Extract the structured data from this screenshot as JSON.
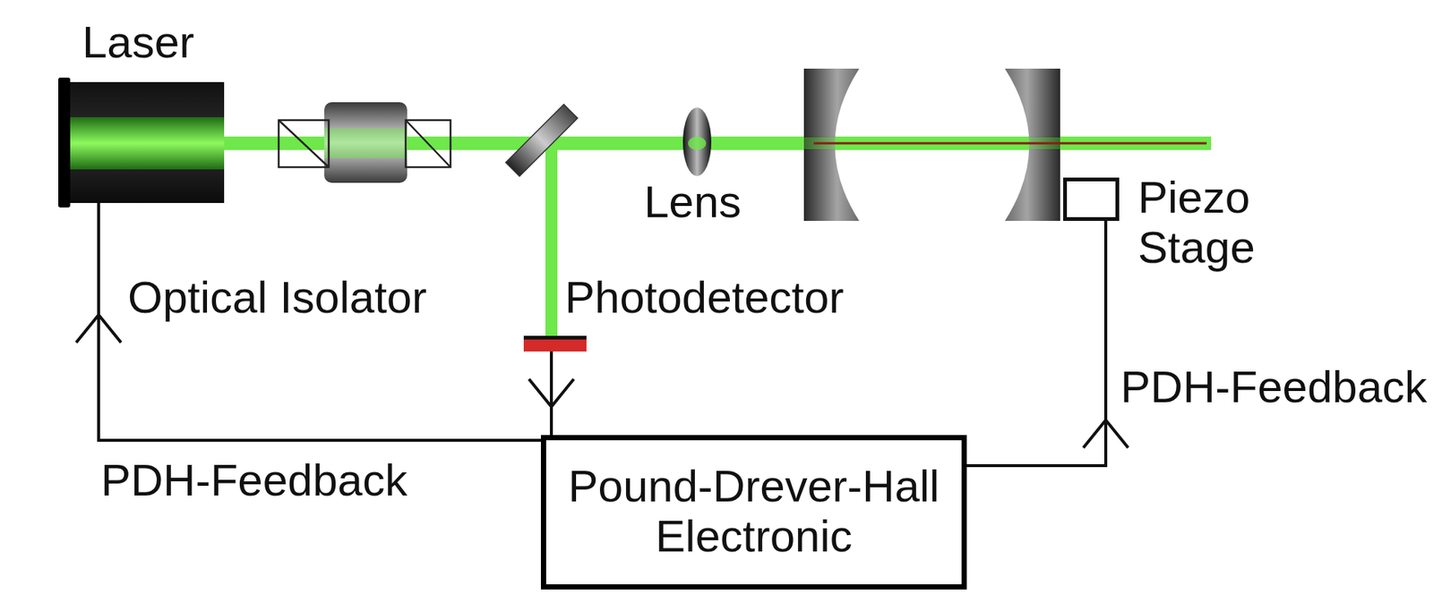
{
  "diagram": {
    "nodes": [
      {
        "text": [
          "Laser"
        ]
      },
      {
        "text": [
          "Piezo Stage"
        ]
      },
      {
        "text": [
          "Photodetector"
        ]
      },
      {
        "text": [
          "Pound-Drever-Hall Electronic"
        ]
      }
    ],
    "edges": [
      {
        "from": 2,
        "to": 3,
        "arrow": "to"
      },
      {
        "from": 3,
        "to": 0,
        "label": "PDH-Feedback",
        "arrow": "to"
      },
      {
        "from": 3,
        "to": 1,
        "label": "PDH-Feedback",
        "arrow": "to"
      }
    ],
    "labels": [
      "Optical Isolator",
      "Lens"
    ]
  }
}
